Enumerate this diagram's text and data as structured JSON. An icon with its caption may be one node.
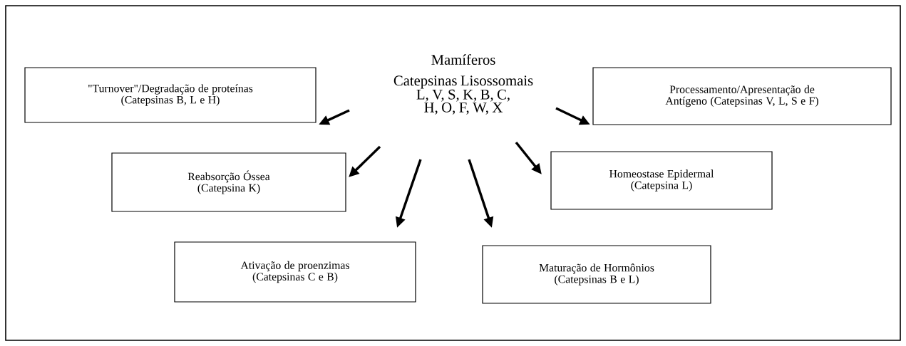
{
  "diagram": {
    "nodes": [
      {
        "text": [
          "Mamíferos",
          "Catepsinas Lisossomais",
          "L, V, S, K, B, C, H, O, F, W, X"
        ]
      },
      {
        "text": [
          "\"Turnover\"/Degradação de proteínas",
          "(Catepsinas B, L e H)"
        ]
      },
      {
        "text": [
          "Processamento/Apresentação de Antígeno (Catepsinas V, L, S e F)"
        ]
      },
      {
        "text": [
          "Reabsorção Óssea",
          "(Catepsina K)"
        ]
      },
      {
        "text": [
          "Homeostase Epidermal",
          "(Catepsina L)"
        ]
      },
      {
        "text": [
          "Ativação de proenzimas",
          "(Catepsinas C e B)"
        ]
      },
      {
        "text": [
          "Maturação de Hormônios",
          "(Catepsinas B e L)"
        ]
      }
    ],
    "edges": [
      {
        "from": 0,
        "to": 1,
        "arrow": "to"
      },
      {
        "from": 0,
        "to": 2,
        "arrow": "to"
      },
      {
        "from": 0,
        "to": 3,
        "arrow": "to"
      },
      {
        "from": 0,
        "to": 4,
        "arrow": "to"
      },
      {
        "from": 0,
        "to": 5,
        "arrow": "to"
      },
      {
        "from": 0,
        "to": 6,
        "arrow": "to"
      }
    ]
  }
}
